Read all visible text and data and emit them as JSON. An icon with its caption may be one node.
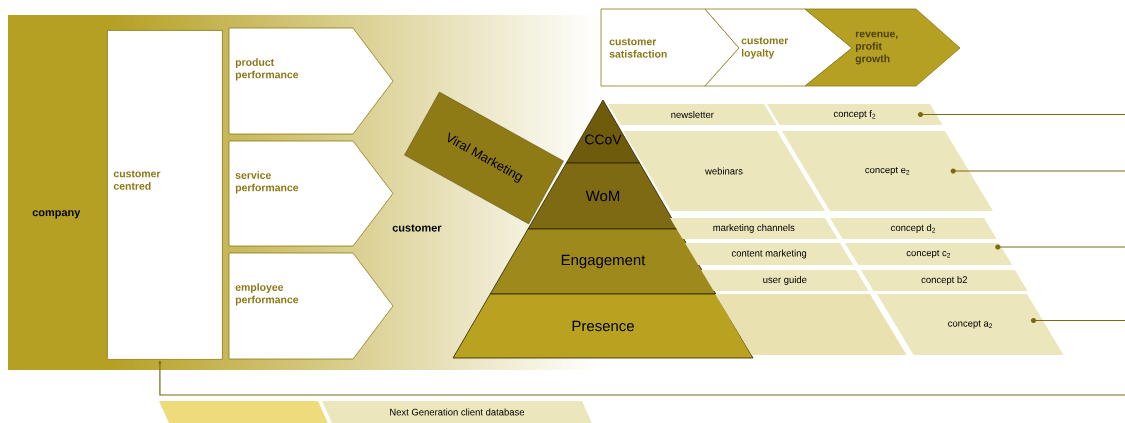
{
  "diagram": {
    "nodes": [
      {
        "text": [
          "company"
        ]
      },
      {
        "text": [
          "customer centred"
        ],
        "in": 0
      },
      {
        "text": [
          "product performance"
        ],
        "in": 0
      },
      {
        "text": [
          "service performance"
        ],
        "in": 0
      },
      {
        "text": [
          "employee performance"
        ],
        "in": 0
      },
      {
        "text": [
          "customer satisfaction"
        ]
      },
      {
        "text": [
          "customer loyalty"
        ]
      },
      {
        "text": [
          "revenue, profit growth"
        ]
      },
      {
        "text": [
          "Viral Marketing"
        ],
        "in": 0
      },
      {
        "text": [
          "CCoV"
        ]
      },
      {
        "text": [
          "WoM"
        ]
      },
      {
        "text": [
          "Engagement"
        ]
      },
      {
        "text": [
          "Presence"
        ]
      },
      {
        "text": [
          "newsletter"
        ]
      },
      {
        "text": [
          "concept f$_{2}$"
        ]
      },
      {
        "text": [
          "webinars"
        ]
      },
      {
        "text": [
          "concept e$_{2}$"
        ]
      },
      {
        "text": [
          "marketing channels"
        ]
      },
      {
        "text": [
          "concept d$_{2}$"
        ]
      },
      {
        "text": [
          "content marketing"
        ]
      },
      {
        "text": [
          "concept c$_{2}$"
        ]
      },
      {
        "text": [
          "user guide"
        ]
      },
      {
        "text": [
          "concept b2"
        ]
      },
      {
        "text": [],
        "shape": "box"
      },
      {
        "text": [
          "concept a$_{2}$"
        ]
      },
      {
        "text": [],
        "shape": "box"
      },
      {
        "text": [
          "Next Generation client database"
        ]
      }
    ],
    "edges": [
      {
        "from": 14,
        "to": null,
        "arrow": "other"
      },
      {
        "from": 16,
        "to": null,
        "arrow": "other"
      },
      {
        "from": 20,
        "to": null,
        "arrow": "other"
      },
      {
        "from": 24,
        "to": null,
        "arrow": "other"
      },
      {
        "from": null,
        "to": 1,
        "arrow": "to"
      }
    ],
    "labels": [
      "customer"
    ]
  }
}
